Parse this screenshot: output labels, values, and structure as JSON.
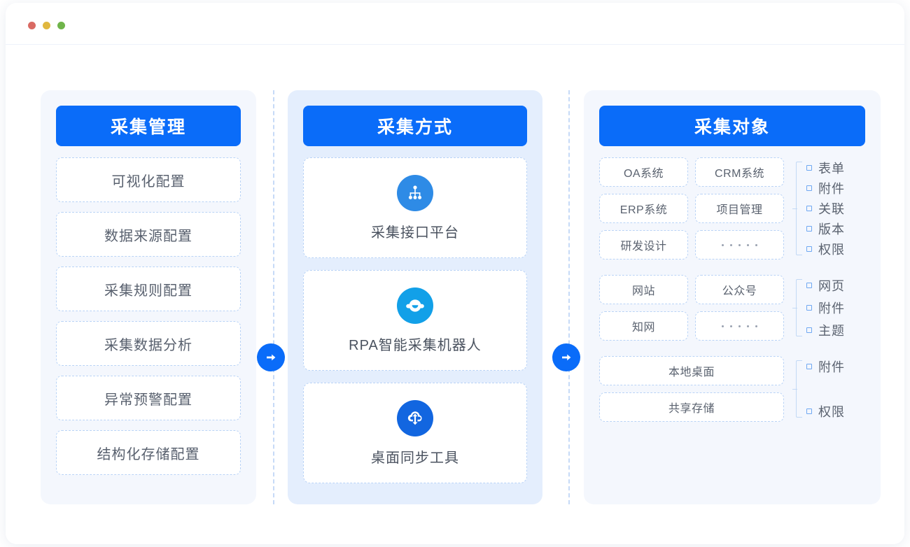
{
  "window": {
    "traffic_lights": [
      {
        "name": "close",
        "color": "#D96A63"
      },
      {
        "name": "minimize",
        "color": "#E0B73F"
      },
      {
        "name": "maximize",
        "color": "#6FB44A"
      }
    ]
  },
  "theme": {
    "accent": "#0A6CF9",
    "panel_bg": "#F4F7FD",
    "panel_bg_mid": "#E4EEFD",
    "dashed_border": "#B9D3F6",
    "text": "#5A626F"
  },
  "columns": {
    "left": {
      "header": "采集管理",
      "items": [
        {
          "label": "可视化配置"
        },
        {
          "label": "数据来源配置"
        },
        {
          "label": "采集规则配置"
        },
        {
          "label": "采集数据分析"
        },
        {
          "label": "异常预警配置"
        },
        {
          "label": "结构化存储配置"
        }
      ]
    },
    "middle": {
      "header": "采集方式",
      "cards": [
        {
          "label": "采集接口平台",
          "icon": "sitemap-icon",
          "icon_color": "#2E8BE6"
        },
        {
          "label": "RPA智能采集机器人",
          "icon": "robot-icon",
          "icon_color": "#12A0E8"
        },
        {
          "label": "桌面同步工具",
          "icon": "cloud-sync-icon",
          "icon_color": "#1266E0"
        }
      ]
    },
    "right": {
      "header": "采集对象",
      "groups": [
        {
          "name": "business-systems",
          "layout": "two-col",
          "boxes": [
            "OA系统",
            "CRM系统",
            "ERP系统",
            "项目管理",
            "研发设计",
            "ellipsis"
          ],
          "tags": [
            "表单",
            "附件",
            "关联",
            "版本",
            "权限"
          ]
        },
        {
          "name": "web-sources",
          "layout": "two-col",
          "boxes": [
            "网站",
            "公众号",
            "知网",
            "ellipsis"
          ],
          "tags": [
            "网页",
            "附件",
            "主题"
          ]
        },
        {
          "name": "storage-sources",
          "layout": "one-col",
          "boxes": [
            "本地桌面",
            "共享存储"
          ],
          "tags": [
            "附件",
            "权限"
          ]
        }
      ]
    }
  },
  "connectors": [
    {
      "name": "arrow-left-to-middle",
      "icon": "arrow-right-icon"
    },
    {
      "name": "arrow-middle-to-right",
      "icon": "arrow-right-icon"
    }
  ]
}
